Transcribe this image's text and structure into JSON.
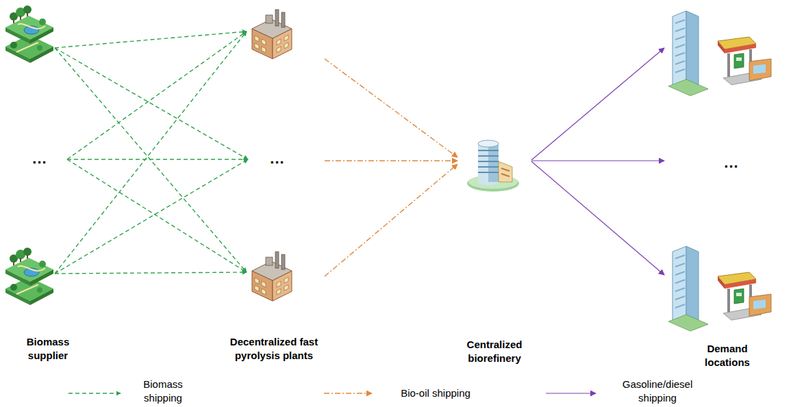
{
  "diagram": {
    "labels": [
      "...",
      "...",
      "...",
      "Biomass supplier",
      "Decentralized fast pyrolysis plants",
      "Centralized biorefinery",
      "Demand locations"
    ],
    "legend": [
      {
        "text": "Biomass shipping"
      },
      {
        "text": "Bio-oil shipping"
      },
      {
        "text": "Gasoline/diesel shipping"
      }
    ]
  }
}
